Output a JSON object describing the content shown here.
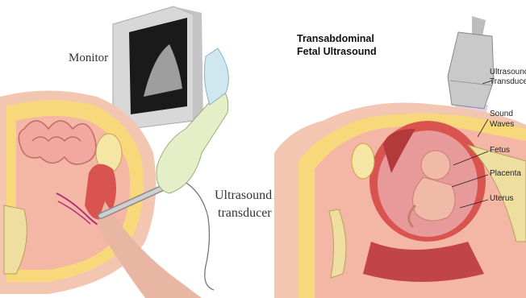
{
  "left": {
    "monitor_label": "Monitor",
    "transducer_label_line1": "Ultrasound",
    "transducer_label_line2": "transducer"
  },
  "right": {
    "title_line1": "Transabdominal",
    "title_line2": "Fetal Ultrasound",
    "labels": {
      "transducer_line1": "Ultrasound",
      "transducer_line2": "Transducer",
      "sound_line1": "Sound",
      "sound_line2": "Waves",
      "fetus": "Fetus",
      "placenta": "Placenta",
      "uterus": "Uterus"
    }
  },
  "colors": {
    "skin": "#f2c6b0",
    "muscle": "#d9534f",
    "bone": "#eedfa0",
    "fat": "#f7d87a",
    "amniotic": "#e89a9a",
    "beam": "#d9c8ee"
  }
}
